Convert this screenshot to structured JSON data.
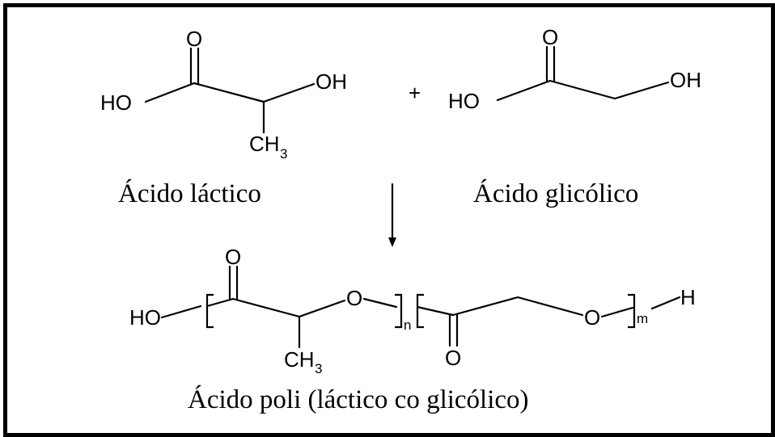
{
  "reactant1": {
    "name": "Ácido láctico",
    "atoms": {
      "ho": "HO",
      "o": "O",
      "oh": "OH",
      "ch": "CH",
      "sub3": "3"
    }
  },
  "plus": "+",
  "reactant2": {
    "name": "Ácido glicólico",
    "atoms": {
      "ho": "HO",
      "o": "O",
      "oh": "OH"
    }
  },
  "product": {
    "name": "Ácido poli (láctico co glicólico)",
    "atoms": {
      "ho": "HO",
      "o_top": "O",
      "o_mid1": "O",
      "n": "n",
      "ch": "CH",
      "sub3": "3",
      "o_bottom": "O",
      "o_mid2": "O",
      "m": "m",
      "h": "H"
    }
  },
  "colors": {
    "ink": "#000000",
    "background": "#ffffff"
  }
}
